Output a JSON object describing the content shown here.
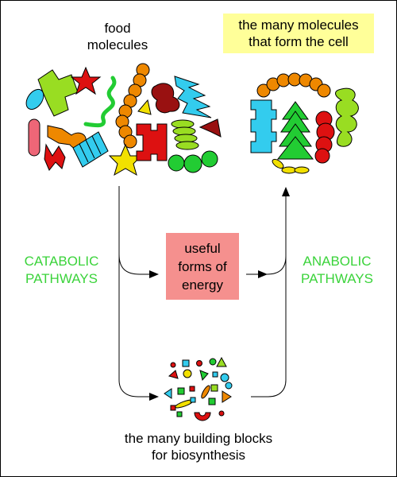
{
  "labels": {
    "food_molecules": [
      "food",
      "molecules"
    ],
    "cell_molecules": [
      "the many molecules",
      "that form the cell"
    ],
    "energy": [
      "useful",
      "forms of",
      "energy"
    ],
    "catabolic": [
      "CATABOLIC",
      "PATHWAYS"
    ],
    "anabolic": [
      "ANABOLIC",
      "PATHWAYS"
    ],
    "building_blocks": [
      "the many building blocks",
      "for biosynthesis"
    ]
  },
  "colors": {
    "cell_label_bg": "#ffff99",
    "energy_box_bg": "#f5908e",
    "pathway_text": "#3ad33a",
    "red": "#dd1111",
    "orange": "#ee8800",
    "yellow": "#f2e000",
    "green": "#22cc33",
    "lime": "#99dd22",
    "cyan": "#33ccee",
    "pink": "#ee6677",
    "maroon": "#991111"
  }
}
